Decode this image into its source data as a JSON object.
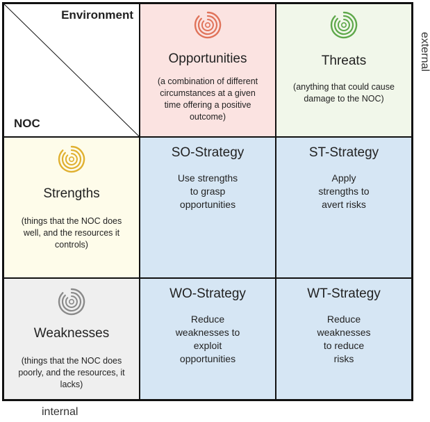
{
  "header": {
    "environment_label": "Environment",
    "noc_label": "NOC"
  },
  "opportunities": {
    "title": "Opportunities",
    "desc_lines": [
      "(a combination of different",
      "circumstances at a given",
      "time offering a positive",
      "outcome)"
    ],
    "icon": "concentric-arcs-icon",
    "color": "#e0735a"
  },
  "threats": {
    "title": "Threats",
    "desc_lines": [
      "(anything that could cause",
      "damage to the NOC)"
    ],
    "icon": "concentric-arcs-icon",
    "color": "#5ea84a"
  },
  "strengths": {
    "title": "Strengths",
    "desc_lines": [
      "(things that the NOC does",
      "well, and the resources it",
      "controls)"
    ],
    "icon": "concentric-arcs-icon",
    "color": "#e0b030"
  },
  "weaknesses": {
    "title": "Weaknesses",
    "desc_lines": [
      "(things that the NOC does",
      "poorly, and the resources, it",
      "lacks)"
    ],
    "icon": "concentric-arcs-icon",
    "color": "#8a8a8a"
  },
  "so": {
    "title": "SO-Strategy",
    "lines": [
      "Use strengths",
      "to grasp",
      "opportunities"
    ]
  },
  "st": {
    "title": "ST-Strategy",
    "lines": [
      "Apply",
      "strengths to",
      "avert risks"
    ]
  },
  "wo": {
    "title": "WO-Strategy",
    "lines": [
      "Reduce",
      "weaknesses to",
      "exploit",
      "opportunities"
    ]
  },
  "wt": {
    "title": "WT-Strategy",
    "lines": [
      "Reduce",
      "weaknesses",
      "to reduce",
      "risks"
    ]
  },
  "axis": {
    "external": "external",
    "internal": "internal"
  }
}
